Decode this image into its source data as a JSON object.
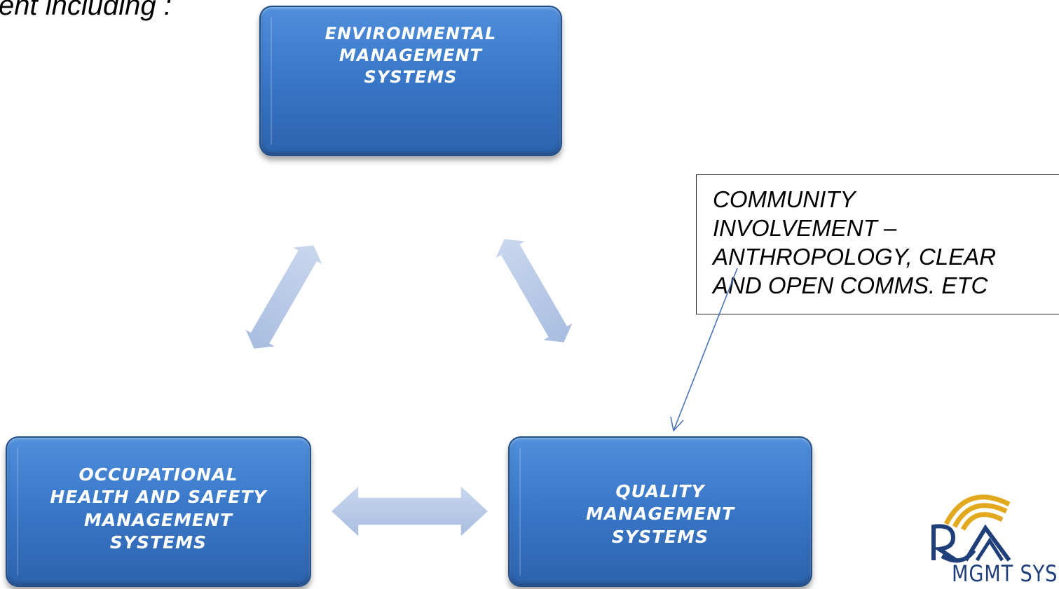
{
  "heading_fragment": "ent including :",
  "boxes": {
    "environmental": {
      "lines": [
        "ENVIRONMENTAL",
        "MANAGEMENT",
        "SYSTEMS"
      ]
    },
    "ohs": {
      "lines": [
        "OCCUPATIONAL",
        "HEALTH AND SAFETY",
        "MANAGEMENT",
        "SYSTEMS"
      ]
    },
    "quality": {
      "lines": [
        "QUALITY",
        "MANAGEMENT",
        "SYSTEMS"
      ]
    }
  },
  "note": {
    "lines": [
      "COMMUNITY",
      "INVOLVEMENT –",
      "ANTHROPOLOGY, CLEAR",
      "AND OPEN COMMS. ETC"
    ]
  },
  "logo": {
    "caption": "MGMT SYS"
  },
  "colors": {
    "box_fill": "#3a78c9",
    "arrow_fill": "#b7c8e4",
    "connector_line": "#4a72b8",
    "logo_gold": "#e3a91e",
    "logo_navy": "#1f3f7a"
  }
}
